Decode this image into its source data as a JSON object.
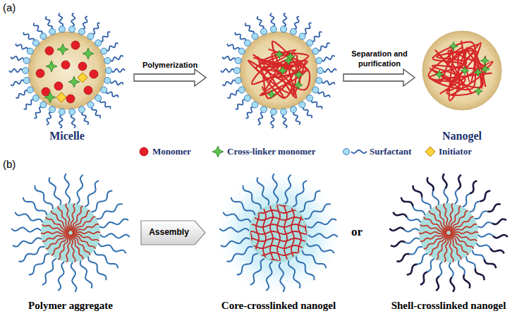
{
  "diagram": {
    "nodes": [
      {
        "text": [
          "Micelle"
        ]
      },
      {
        "text": [
          "Nanogel"
        ]
      },
      {
        "text": [
          "Polymer aggregate"
        ]
      },
      {
        "text": [
          "Assembly"
        ]
      },
      {
        "text": [
          "Core-crosslinked nanogel"
        ]
      },
      {
        "text": [
          "Shell-crosslinked nanogel"
        ]
      }
    ],
    "labels": [
      "(a)",
      "Polymerization",
      "Separation and purification",
      "or",
      "(b)"
    ],
    "legend": [
      {
        "text": "Monomer"
      },
      {
        "text": "Cross-linker monomer"
      },
      {
        "text": "Surfactant"
      },
      {
        "text": "Initiator"
      }
    ]
  }
}
